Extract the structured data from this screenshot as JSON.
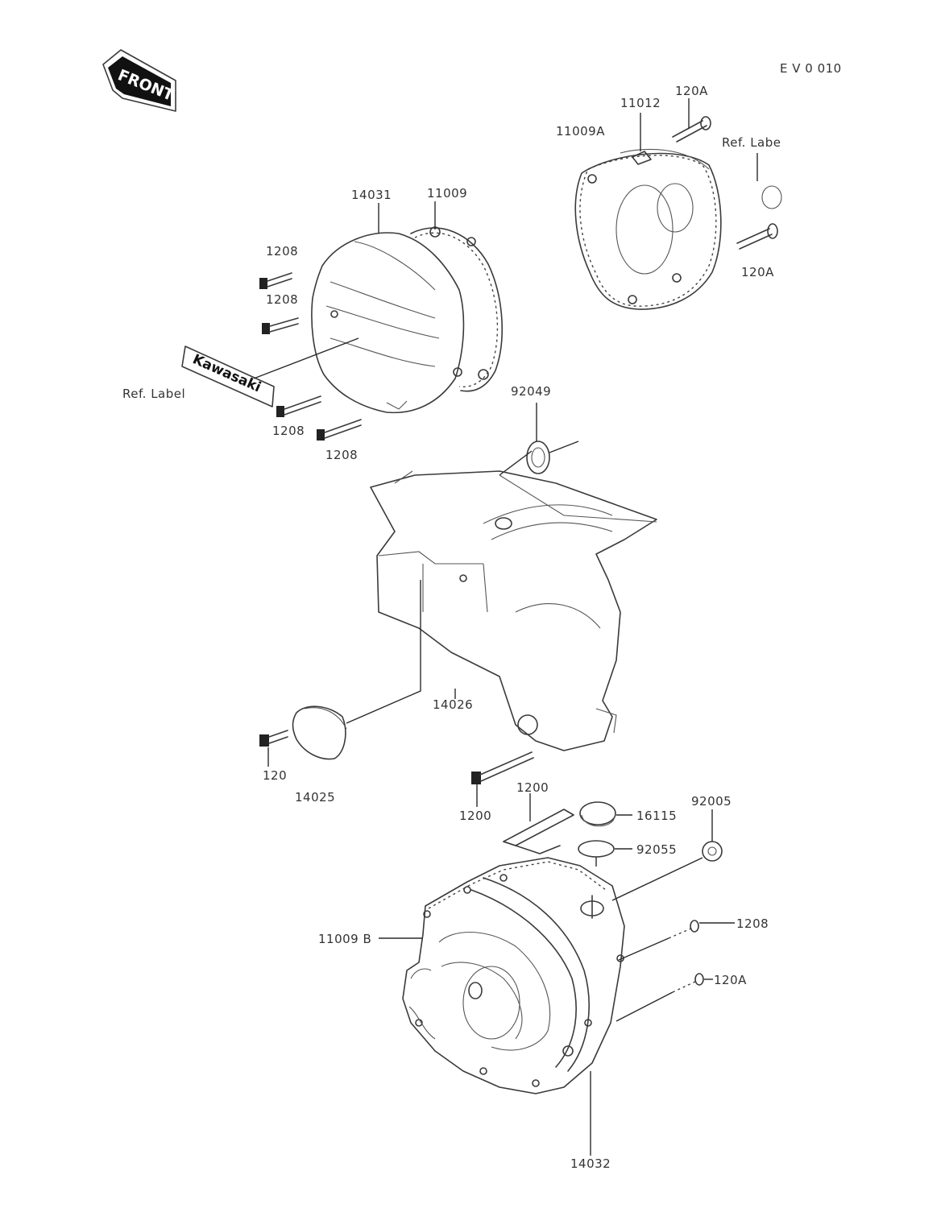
{
  "header": {
    "figure_code": "E V 0 010",
    "top_faint_text": ""
  },
  "front_badge": {
    "text": "FRONT"
  },
  "emblem": {
    "text": "Kawasaki"
  },
  "labels": {
    "l_11012": "11012",
    "l_120A_top": "120A",
    "l_11009A": "11009A",
    "l_ref_label_top": "Ref. Labe",
    "l_120A_mid": "120A",
    "l_14031": "14031",
    "l_11009": "11009",
    "l_1208_a": "1208",
    "l_1208_b": "1208",
    "l_ref_label_left": "Ref. Label",
    "l_1208_c": "1208",
    "l_1208_d": "1208",
    "l_92049": "92049",
    "l_14026": "14026",
    "l_120_small": "120",
    "l_14025": "14025",
    "l_1200_a": "1200",
    "l_1200_b": "1200",
    "l_16115": "16115",
    "l_92005": "92005",
    "l_92055": "92055",
    "l_11009B": "11009 B",
    "l_1208_e": "1208",
    "l_120A_bot": "120A",
    "l_14032": "14032"
  }
}
